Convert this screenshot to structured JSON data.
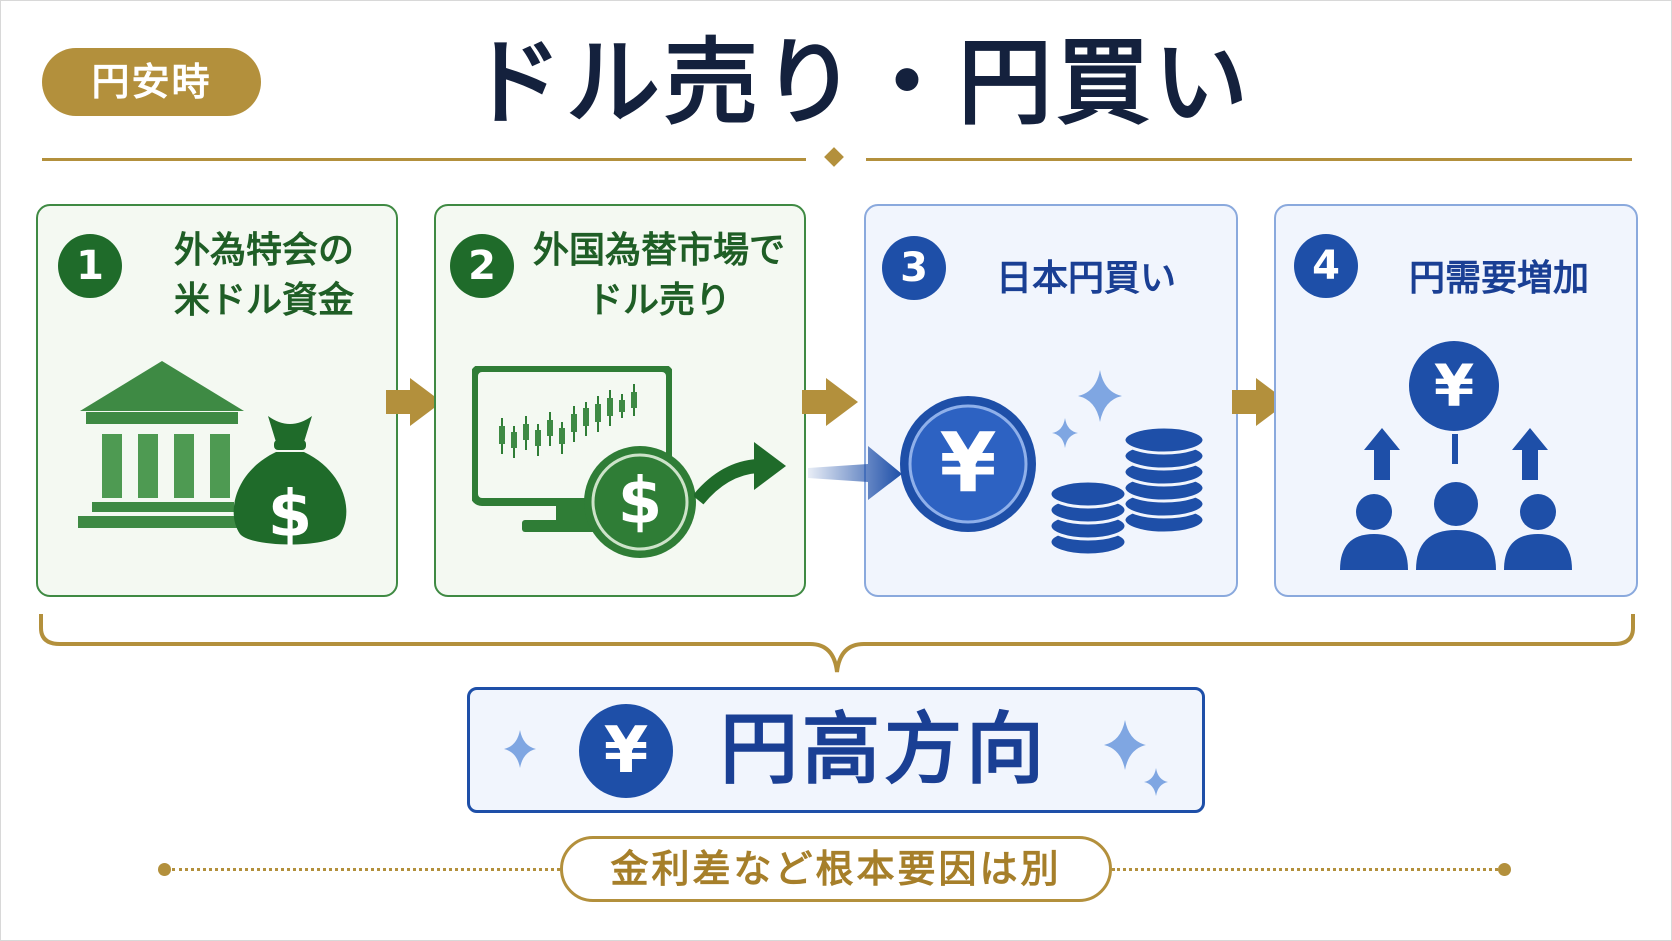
{
  "badge": "円安時",
  "title": "ドル売り・円買い",
  "steps": [
    {
      "number": "1",
      "label": "外為特会の\n米ドル資金",
      "theme": "green"
    },
    {
      "number": "2",
      "label": "外国為替市場で\nドル売り",
      "theme": "green"
    },
    {
      "number": "3",
      "label": "日本円買い",
      "theme": "blue"
    },
    {
      "number": "4",
      "label": "円需要増加",
      "theme": "blue"
    }
  ],
  "result": {
    "symbol": "¥",
    "label": "円高方向"
  },
  "note": "金利差など根本要因は別",
  "symbols": {
    "dollar": "$",
    "yen": "¥"
  },
  "colors": {
    "gold": "#b3903c",
    "green": "#1f6b2a",
    "blue": "#1e4fa8",
    "navy": "#14213d"
  }
}
